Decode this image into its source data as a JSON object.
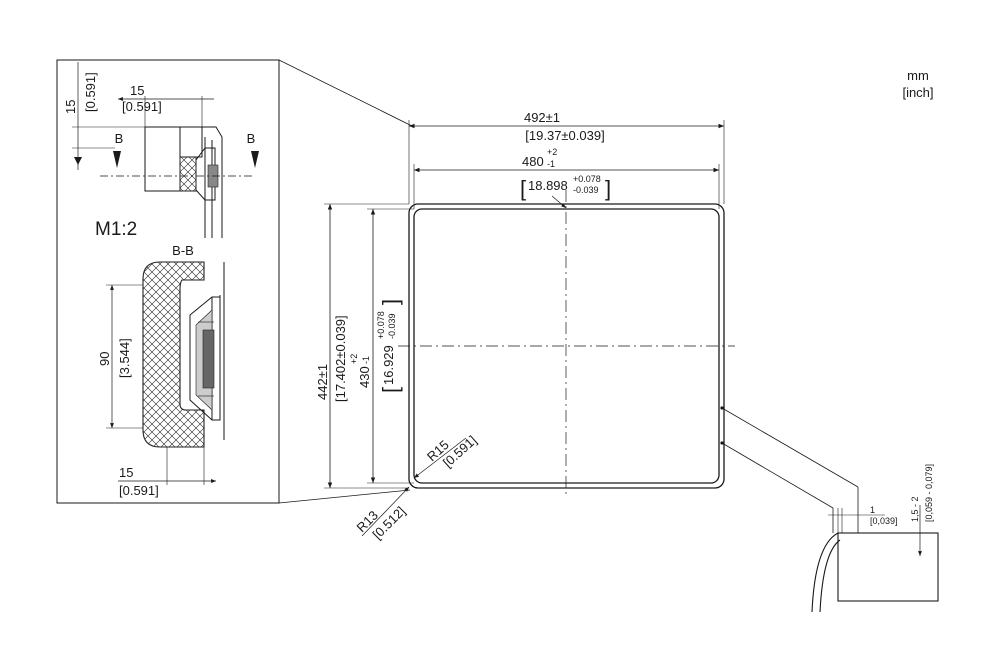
{
  "units": {
    "metric": "mm",
    "imperial": "[inch]"
  },
  "detail": {
    "scale": "M1:2",
    "section_label": "B-B",
    "cut_marker": "B",
    "dim_top_width": "15",
    "dim_top_width_in": "[0.591]",
    "dim_top_height": "15",
    "dim_top_height_in": "[0.591]",
    "dim_section_height": "90",
    "dim_section_height_in": "[3.544]",
    "dim_bottom_width": "15",
    "dim_bottom_width_in": "[0.591]"
  },
  "main": {
    "outer_width": "492±1",
    "outer_width_in": "[19.37±0.039]",
    "inner_width": "480",
    "inner_width_tol_up": "+2",
    "inner_width_tol_low": "-1",
    "inner_width_in": "18.898",
    "inner_width_in_tol_up": "+0.078",
    "inner_width_in_tol_low": "-0.039",
    "outer_height": "442±1",
    "outer_height_in": "[17.402±0.039]",
    "inner_height": "430",
    "inner_height_tol_up": "+2",
    "inner_height_tol_low": "-1",
    "inner_height_in": "16.929",
    "inner_height_in_tol_up": "+0.078",
    "inner_height_in_tol_low": "-0.039",
    "radius_inner": "R15",
    "radius_inner_in": "[0.591]",
    "radius_outer": "R13",
    "radius_outer_in": "[0.512]"
  },
  "edge_detail": {
    "gap": "1",
    "gap_in": "[0,039]",
    "depth": "1,5 - 2",
    "depth_in": "[0,059 - 0,079]"
  }
}
